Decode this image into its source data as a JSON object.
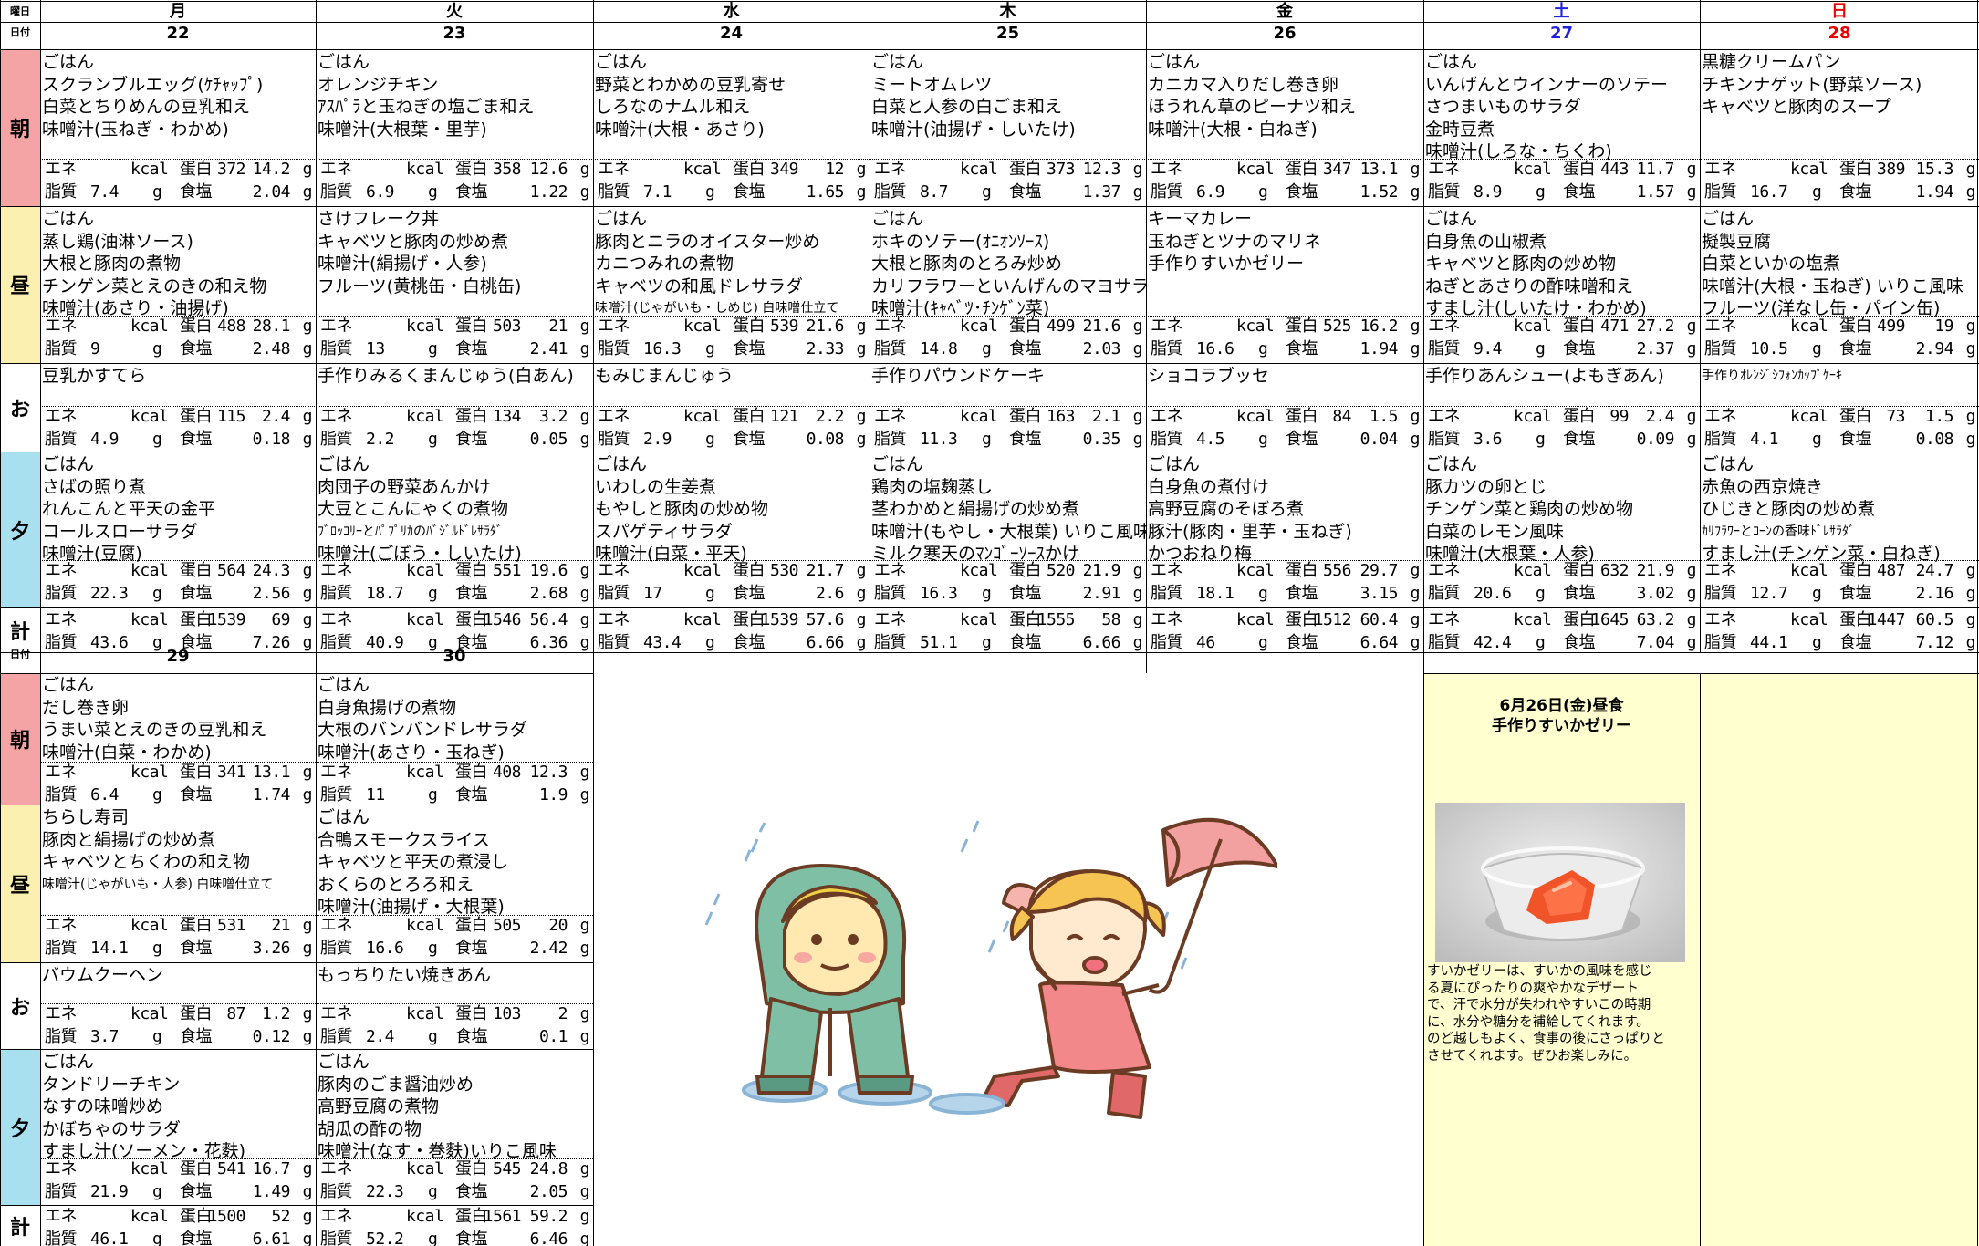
{
  "header": {
    "day_label": "曜日",
    "date_label": "日付",
    "days": [
      "月",
      "火",
      "水",
      "木",
      "金",
      "土",
      "日"
    ],
    "dates": [
      "22",
      "23",
      "24",
      "25",
      "26",
      "27",
      "28"
    ],
    "dates2": [
      "29",
      "30"
    ]
  },
  "slots": [
    "朝",
    "昼",
    "お",
    "夕",
    "計"
  ],
  "nutrition_labels": {
    "ene": "エネ",
    "kcal": "kcal",
    "protein": "蛋白",
    "g": "g",
    "fat": "脂質",
    "salt": "食塩"
  },
  "colors": {
    "breakfast": "#F4A4A4",
    "lunch": "#FBF0B0",
    "snack": "#FFFFFF",
    "dinner": "#A8E0F0",
    "total": "#FFFFFF",
    "saturday": "#2222DD",
    "sunday": "#EE0000",
    "note_bg": "#FFFFD0"
  },
  "week1": [
    {
      "breakfast": {
        "items": [
          "ごはん",
          "スクランブルエッグ(ｹﾁｬｯﾌﾟ)",
          "白菜とちりめんの豆乳和え",
          "味噌汁(玉ねぎ・わかめ)"
        ],
        "ene": "372",
        "protein": "14.2",
        "fat": "7.4",
        "salt": "2.04"
      },
      "lunch": {
        "items": [
          "ごはん",
          "蒸し鶏(油淋ソース)",
          "大根と豚肉の煮物",
          "チンゲン菜とえのきの和え物",
          "味噌汁(あさり・油揚げ)"
        ],
        "ene": "488",
        "protein": "28.1",
        "fat": "9",
        "salt": "2.48"
      },
      "snack": {
        "items": [
          "豆乳かすてら"
        ],
        "ene": "115",
        "protein": "2.4",
        "fat": "4.9",
        "salt": "0.18"
      },
      "dinner": {
        "items": [
          "ごはん",
          "さばの照り煮",
          "れんこんと平天の金平",
          "コールスローサラダ",
          "味噌汁(豆腐)"
        ],
        "ene": "564",
        "protein": "24.3",
        "fat": "22.3",
        "salt": "2.56"
      },
      "total": {
        "ene": "1539",
        "protein": "69",
        "fat": "43.6",
        "salt": "7.26"
      }
    },
    {
      "breakfast": {
        "items": [
          "ごはん",
          "オレンジチキン",
          "ｱｽﾊﾟﾗと玉ねぎの塩ごま和え",
          "味噌汁(大根葉・里芋)"
        ],
        "ene": "358",
        "protein": "12.6",
        "fat": "6.9",
        "salt": "1.22"
      },
      "lunch": {
        "items": [
          "さけフレーク丼",
          "キャベツと豚肉の炒め煮",
          "味噌汁(絹揚げ・人参)",
          "フルーツ(黄桃缶・白桃缶)"
        ],
        "ene": "503",
        "protein": "21",
        "fat": "13",
        "salt": "2.41"
      },
      "snack": {
        "items": [
          "手作りみるくまんじゅう(白あん)"
        ],
        "ene": "134",
        "protein": "3.2",
        "fat": "2.2",
        "salt": "0.05"
      },
      "dinner": {
        "items": [
          "ごはん",
          "肉団子の野菜あんかけ",
          "大豆とこんにゃくの煮物",
          "ﾌﾞﾛｯｺﾘｰとﾊﾟﾌﾟﾘｶのﾊﾞｼﾞﾙﾄﾞﾚｻﾗﾀﾞ",
          "味噌汁(ごぼう・しいたけ)"
        ],
        "ene": "551",
        "protein": "19.6",
        "fat": "18.7",
        "salt": "2.68"
      },
      "total": {
        "ene": "1546",
        "protein": "56.4",
        "fat": "40.9",
        "salt": "6.36"
      }
    },
    {
      "breakfast": {
        "items": [
          "ごはん",
          "野菜とわかめの豆乳寄せ",
          "しろなのナムル和え",
          "味噌汁(大根・あさり)"
        ],
        "ene": "349",
        "protein": "12",
        "fat": "7.1",
        "salt": "1.65"
      },
      "lunch": {
        "items": [
          "ごはん",
          "豚肉とニラのオイスター炒め",
          "カニつみれの煮物",
          "キャベツの和風ドレサラダ",
          "味噌汁(じゃがいも・しめじ) 白味噌仕立て"
        ],
        "ene": "539",
        "protein": "21.6",
        "fat": "16.3",
        "salt": "2.33"
      },
      "snack": {
        "items": [
          "もみじまんじゅう"
        ],
        "ene": "121",
        "protein": "2.2",
        "fat": "2.9",
        "salt": "0.08"
      },
      "dinner": {
        "items": [
          "ごはん",
          "いわしの生姜煮",
          "もやしと豚肉の炒め物",
          "スパゲティサラダ",
          "味噌汁(白菜・平天)"
        ],
        "ene": "530",
        "protein": "21.7",
        "fat": "17",
        "salt": "2.6"
      },
      "total": {
        "ene": "1539",
        "protein": "57.6",
        "fat": "43.4",
        "salt": "6.66"
      }
    },
    {
      "breakfast": {
        "items": [
          "ごはん",
          "ミートオムレツ",
          "白菜と人参の白ごま和え",
          "味噌汁(油揚げ・しいたけ)"
        ],
        "ene": "373",
        "protein": "12.3",
        "fat": "8.7",
        "salt": "1.37"
      },
      "lunch": {
        "items": [
          "ごはん",
          "ホキのソテー(ｵﾆｵﾝｿｰｽ)",
          "大根と豚肉のとろみ炒め",
          "カリフラワーといんげんのマヨサラダ",
          "味噌汁(ｷｬﾍﾞﾂ･ﾁﾝｹﾞﾝ菜)"
        ],
        "ene": "499",
        "protein": "21.6",
        "fat": "14.8",
        "salt": "2.03"
      },
      "snack": {
        "items": [
          "手作りパウンドケーキ"
        ],
        "ene": "163",
        "protein": "2.1",
        "fat": "11.3",
        "salt": "0.35"
      },
      "dinner": {
        "items": [
          "ごはん",
          "鶏肉の塩麹蒸し",
          "茎わかめと絹揚げの炒め煮",
          "味噌汁(もやし・大根葉) いりこ風味",
          "ミルク寒天のﾏﾝｺﾞｰｿｰｽかけ"
        ],
        "ene": "520",
        "protein": "21.9",
        "fat": "16.3",
        "salt": "2.91"
      },
      "total": {
        "ene": "1555",
        "protein": "58",
        "fat": "51.1",
        "salt": "6.66"
      }
    },
    {
      "breakfast": {
        "items": [
          "ごはん",
          "カニカマ入りだし巻き卵",
          "ほうれん草のピーナツ和え",
          "味噌汁(大根・白ねぎ)"
        ],
        "ene": "347",
        "protein": "13.1",
        "fat": "6.9",
        "salt": "1.52"
      },
      "lunch": {
        "items": [
          "キーマカレー",
          "玉ねぎとツナのマリネ",
          "手作りすいかゼリー"
        ],
        "ene": "525",
        "protein": "16.2",
        "fat": "16.6",
        "salt": "1.94"
      },
      "snack": {
        "items": [
          "ショコラブッセ"
        ],
        "ene": "84",
        "protein": "1.5",
        "fat": "4.5",
        "salt": "0.04"
      },
      "dinner": {
        "items": [
          "ごはん",
          "白身魚の煮付け",
          "高野豆腐のそぼろ煮",
          "豚汁(豚肉・里芋・玉ねぎ)",
          "かつおねり梅"
        ],
        "ene": "556",
        "protein": "29.7",
        "fat": "18.1",
        "salt": "3.15"
      },
      "total": {
        "ene": "1512",
        "protein": "60.4",
        "fat": "46",
        "salt": "6.64"
      }
    },
    {
      "breakfast": {
        "items": [
          "ごはん",
          "いんげんとウインナーのソテー",
          "さつまいものサラダ",
          "金時豆煮",
          "味噌汁(しろな・ちくわ)"
        ],
        "ene": "443",
        "protein": "11.7",
        "fat": "8.9",
        "salt": "1.57"
      },
      "lunch": {
        "items": [
          "ごはん",
          "白身魚の山椒煮",
          "キャベツと豚肉の炒め物",
          "ねぎとあさりの酢味噌和え",
          "すまし汁(しいたけ・わかめ)"
        ],
        "ene": "471",
        "protein": "27.2",
        "fat": "9.4",
        "salt": "2.37"
      },
      "snack": {
        "items": [
          "手作りあんシュー(よもぎあん)"
        ],
        "ene": "99",
        "protein": "2.4",
        "fat": "3.6",
        "salt": "0.09"
      },
      "dinner": {
        "items": [
          "ごはん",
          "豚カツの卵とじ",
          "チンゲン菜と鶏肉の炒め物",
          "白菜のレモン風味",
          "味噌汁(大根葉・人参)"
        ],
        "ene": "632",
        "protein": "21.9",
        "fat": "20.6",
        "salt": "3.02"
      },
      "total": {
        "ene": "1645",
        "protein": "63.2",
        "fat": "42.4",
        "salt": "7.04"
      }
    },
    {
      "breakfast": {
        "items": [
          "黒糖クリームパン",
          "チキンナゲット(野菜ソース)",
          "キャベツと豚肉のスープ"
        ],
        "ene": "389",
        "protein": "15.3",
        "fat": "16.7",
        "salt": "1.94"
      },
      "lunch": {
        "items": [
          "ごはん",
          "擬製豆腐",
          "白菜といかの塩煮",
          "味噌汁(大根・玉ねぎ) いりこ風味",
          "フルーツ(洋なし缶・パイン缶)"
        ],
        "ene": "499",
        "protein": "19",
        "fat": "10.5",
        "salt": "2.94"
      },
      "snack": {
        "items": [
          "手作りｵﾚﾝｼﾞｼﾌｫﾝｶｯﾌﾟｹｰｷ"
        ],
        "ene": "73",
        "protein": "1.5",
        "fat": "4.1",
        "salt": "0.08"
      },
      "dinner": {
        "items": [
          "ごはん",
          "赤魚の西京焼き",
          "ひじきと豚肉の炒め煮",
          "ｶﾘﾌﾗﾜｰとｺｰﾝの香味ﾄﾞﾚｻﾗﾀﾞ",
          "すまし汁(チンゲン菜・白ねぎ)"
        ],
        "ene": "487",
        "protein": "24.7",
        "fat": "12.7",
        "salt": "2.16"
      },
      "total": {
        "ene": "1447",
        "protein": "60.5",
        "fat": "44.1",
        "salt": "7.12"
      }
    }
  ],
  "week2": [
    {
      "breakfast": {
        "items": [
          "ごはん",
          "だし巻き卵",
          "うまい菜とえのきの豆乳和え",
          "味噌汁(白菜・わかめ)"
        ],
        "ene": "341",
        "protein": "13.1",
        "fat": "6.4",
        "salt": "1.74"
      },
      "lunch": {
        "items": [
          "ちらし寿司",
          "豚肉と絹揚げの炒め煮",
          "キャベツとちくわの和え物",
          "味噌汁(じゃがいも・人参) 白味噌仕立て"
        ],
        "ene": "531",
        "protein": "21",
        "fat": "14.1",
        "salt": "3.26"
      },
      "snack": {
        "items": [
          "バウムクーヘン"
        ],
        "ene": "87",
        "protein": "1.2",
        "fat": "3.7",
        "salt": "0.12"
      },
      "dinner": {
        "items": [
          "ごはん",
          "タンドリーチキン",
          "なすの味噌炒め",
          "かぼちゃのサラダ",
          "すまし汁(ソーメン・花麩)"
        ],
        "ene": "541",
        "protein": "16.7",
        "fat": "21.9",
        "salt": "1.49"
      },
      "total": {
        "ene": "1500",
        "protein": "52",
        "fat": "46.1",
        "salt": "6.61"
      }
    },
    {
      "breakfast": {
        "items": [
          "ごはん",
          "白身魚揚げの煮物",
          "大根のバンバンドレサラダ",
          "味噌汁(あさり・玉ねぎ)"
        ],
        "ene": "408",
        "protein": "12.3",
        "fat": "11",
        "salt": "1.9"
      },
      "lunch": {
        "items": [
          "ごはん",
          "合鴨スモークスライス",
          "キャベツと平天の煮浸し",
          "おくらのとろろ和え",
          "味噌汁(油揚げ・大根葉)"
        ],
        "ene": "505",
        "protein": "20",
        "fat": "16.6",
        "salt": "2.42"
      },
      "snack": {
        "items": [
          "もっちりたい焼きあん"
        ],
        "ene": "103",
        "protein": "2",
        "fat": "2.4",
        "salt": "0.1"
      },
      "dinner": {
        "items": [
          "ごはん",
          "豚肉のごま醤油炒め",
          "高野豆腐の煮物",
          "胡瓜の酢の物",
          "味噌汁(なす・巻麩)いりこ風味"
        ],
        "ene": "545",
        "protein": "24.8",
        "fat": "22.3",
        "salt": "2.05"
      },
      "total": {
        "ene": "1561",
        "protein": "59.2",
        "fat": "52.2",
        "salt": "6.46"
      }
    }
  ],
  "feature": {
    "title1": "6月26日(金)昼食",
    "title2": "手作りすいかゼリー",
    "description": [
      "すいかゼリーは、すいかの風味を感じ",
      "る夏にぴったりの爽やかなデザート",
      "で、汗で水分が失われやすいこの時期",
      "に、水分や糖分を補給してくれます。",
      "のど越しもよく、食事の後にさっぱりと",
      "させてくれます。ぜひお楽しみに。"
    ]
  }
}
